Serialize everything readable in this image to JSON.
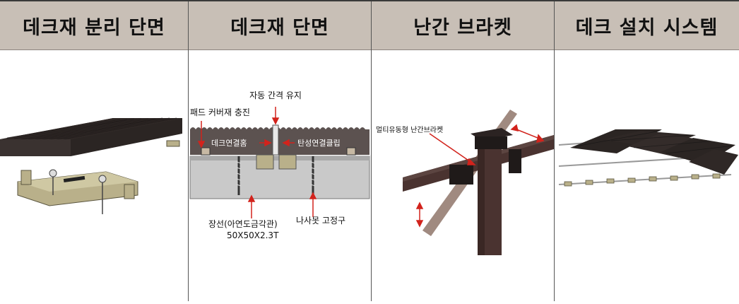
{
  "columns": [
    {
      "title": "데크재 분리 단면"
    },
    {
      "title": "데크재 단면"
    },
    {
      "title": "난간 브라켓"
    },
    {
      "title": "데크 설치 시스템"
    }
  ],
  "section_labels": {
    "auto_gap": "자동 간격 유지",
    "pad_cover": "패드 커버재 충진",
    "deck_connector": "데크연결홈",
    "elastic_clip": "탄성연결클립",
    "steel_pipe": "장선(아연도금각관)",
    "steel_spec": "50X50X2.3T",
    "screw_fix": "나사못 고정구"
  },
  "bracket_labels": {
    "multi_bracket": "멀티유동형 난간브라켓"
  },
  "colors": {
    "header_bg": "#c8bfb6",
    "deck_dark": "#3a3230",
    "bracket_tan": "#b9b08a",
    "steel_gray": "#c9c9c9",
    "arrow_red": "#d2231c"
  }
}
